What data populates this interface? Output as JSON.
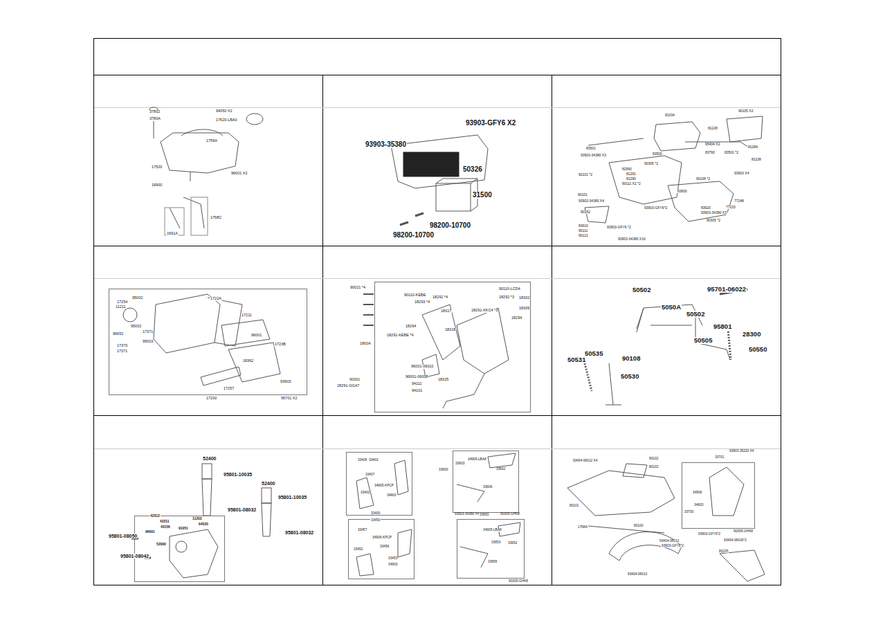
{
  "diagram": {
    "labels": [
      "37802",
      "3780A",
      "94050 X2",
      "17620-LBA0",
      "1756A",
      "17500",
      "96001 X2",
      "16900",
      "1768C",
      "1691A",
      "93903-GFY6 X2",
      "93903-35380",
      "50326",
      "31500",
      "98200-10700",
      "98200-10700",
      "90105 X2",
      "81034",
      "81228",
      "8128A",
      "81238",
      "83501",
      "93903-34380 X3",
      "92101 *2",
      "82560",
      "81291",
      "81290",
      "90111 X2 *2",
      "95404 X2",
      "83760",
      "83501 *2",
      "83500",
      "90305 *2",
      "93903 X4",
      "90108 *2",
      "83600",
      "83620",
      "93903-34380 X3",
      "77248",
      "77233",
      "93903-GFY6*2",
      "90305 *2",
      "90152",
      "93903-34380 X4",
      "90101",
      "83610",
      "90111",
      "90121",
      "93903-GFY6 *2",
      "93903-34380 X10",
      "1722A",
      "17254",
      "95002",
      "11211",
      "95002",
      "96652",
      "17371",
      "95003",
      "17370",
      "17371",
      "17211",
      "96001",
      "1723B",
      "18362",
      "17257",
      "93903",
      "17200",
      "95701 X2",
      "90021 *4",
      "90110-KEBE",
      "18292 *4",
      "18293 *4",
      "18317",
      "18294",
      "18291-KEBE *4",
      "18318",
      "90110-LCD4",
      "18292 *3",
      "18302",
      "18291-KKC4 *3",
      "18305",
      "18294",
      "1800A",
      "96001-06010",
      "96001-06008",
      "94111",
      "94101",
      "18325",
      "90301",
      "18291-GGA7",
      "50502",
      "95701-06022",
      "5050A",
      "50502",
      "28300",
      "95801",
      "50505",
      "50550",
      "50535",
      "90108",
      "50531",
      "50530",
      "52400",
      "95801-10035",
      "52400",
      "95801-10035",
      "95801-08032",
      "95801-08032",
      "42312",
      "11203",
      "42311",
      "64520",
      "43156",
      "91051",
      "96001",
      "52000",
      "95801-08050",
      "95801-08042",
      "33406",
      "33403",
      "33407",
      "34905-KPCP",
      "33402",
      "34903",
      "33400",
      "33600",
      "34905-LBA8",
      "33603",
      "33602",
      "33606",
      "93903-34380 X4",
      "90305-GHK8",
      "33450",
      "33457",
      "34905-KPCP",
      "33456",
      "33452",
      "33453",
      "34903",
      "33650",
      "34905-LBA8",
      "33653",
      "33652",
      "33656",
      "90305-GHK8",
      "93404-06012 X4",
      "90102",
      "80102",
      "80101",
      "1768A",
      "80100",
      "93404-06012",
      "93404-06013",
      "93903-35220 X4",
      "33701",
      "34906",
      "34903",
      "33700",
      "93903-GFY6*2",
      "90305-GHK8",
      "93404-06016*2",
      "80105",
      "93903-GFY6*2"
    ]
  }
}
